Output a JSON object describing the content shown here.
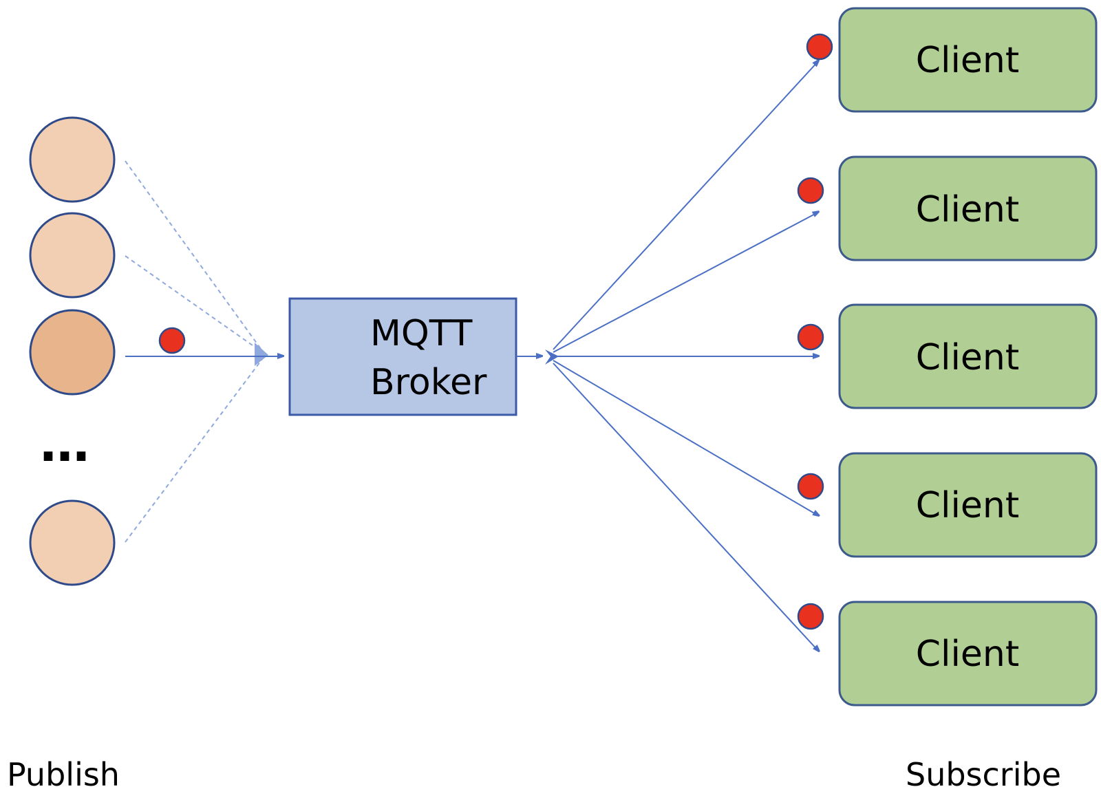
{
  "broker": {
    "line1": "MQTT",
    "line2": "Broker"
  },
  "publishers": {
    "count": 4,
    "ellipsis": "…",
    "active_index": 2
  },
  "clients": [
    {
      "label": "Client"
    },
    {
      "label": "Client"
    },
    {
      "label": "Client"
    },
    {
      "label": "Client"
    },
    {
      "label": "Client"
    }
  ],
  "captions": {
    "publish": "Publish",
    "subscribe": "Subscribe"
  },
  "colors": {
    "publisher_fill": "#f2cfb2",
    "publisher_active_fill": "#e8b48b",
    "publisher_stroke": "#2f4a8a",
    "broker_fill": "#b6c6e5",
    "broker_stroke": "#3a5aa8",
    "client_fill": "#b1cf95",
    "client_stroke": "#3d5a8c",
    "arrow": "#4a6fc4",
    "message": "#e8321f"
  }
}
